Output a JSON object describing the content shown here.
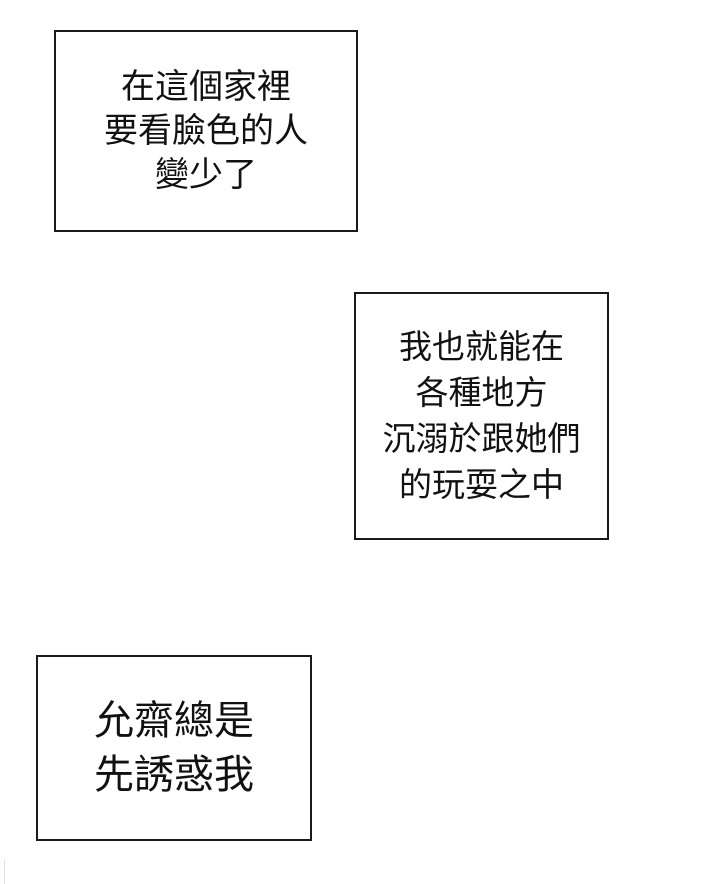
{
  "captions": [
    {
      "lines": [
        "在這個家裡",
        "要看臉色的人",
        "變少了"
      ]
    },
    {
      "lines": [
        "我也就能在",
        "各種地方",
        "沉溺於跟她們",
        "的玩耍之中"
      ]
    },
    {
      "lines": [
        "允齋總是",
        "先誘惑我"
      ]
    }
  ]
}
